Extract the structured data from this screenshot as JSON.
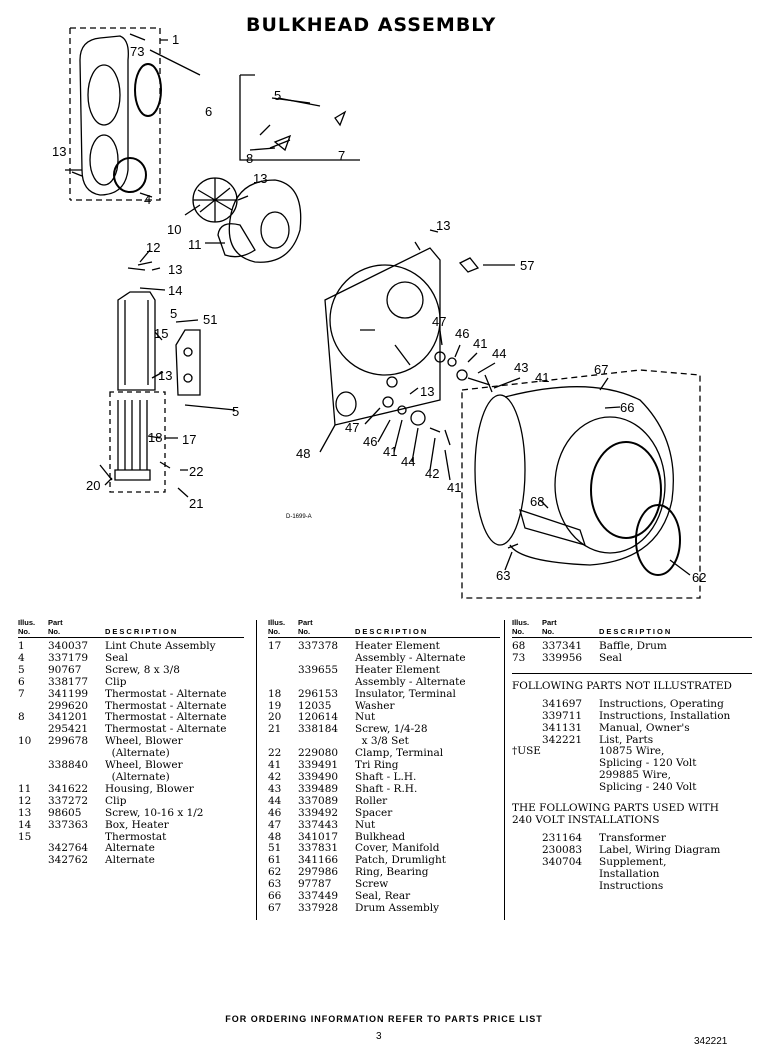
{
  "title": "BULKHEAD ASSEMBLY",
  "diagram": {
    "callouts": [
      "1",
      "73",
      "6",
      "5",
      "7",
      "8",
      "13",
      "4",
      "13",
      "10",
      "11",
      "12",
      "13",
      "14",
      "15",
      "5",
      "51",
      "13",
      "5",
      "18",
      "17",
      "20",
      "22",
      "21",
      "13",
      "57",
      "47",
      "46",
      "41",
      "44",
      "43",
      "41",
      "48",
      "13",
      "47",
      "46",
      "41",
      "44",
      "42",
      "41",
      "67",
      "66",
      "68",
      "63",
      "62"
    ],
    "drawing_code": "D-1699-A"
  },
  "table_headers": {
    "ill": "Illus.\nNo.",
    "part": "Part\nNo.",
    "desc": "DESCRIPTION"
  },
  "column1": [
    [
      "1",
      "340037",
      "Lint Chute Assembly"
    ],
    [
      "4",
      "337179",
      "Seal"
    ],
    [
      "5",
      "90767",
      "Screw, 8 x 3/8"
    ],
    [
      "6",
      "338177",
      "Clip"
    ],
    [
      "7",
      "341199",
      "Thermostat - Alternate"
    ],
    [
      "",
      "299620",
      "Thermostat - Alternate"
    ],
    [
      "8",
      "341201",
      "Thermostat - Alternate"
    ],
    [
      "",
      "295421",
      "Thermostat - Alternate"
    ],
    [
      "10",
      "299678",
      "Wheel, Blower"
    ],
    [
      "",
      "",
      "  (Alternate)"
    ],
    [
      "",
      "338840",
      "Wheel, Blower"
    ],
    [
      "",
      "",
      "  (Alternate)"
    ],
    [
      "11",
      "341622",
      "Housing, Blower"
    ],
    [
      "12",
      "337272",
      "Clip"
    ],
    [
      "13",
      "98605",
      "Screw, 10-16 x 1/2"
    ],
    [
      "14",
      "337363",
      "Box, Heater"
    ],
    [
      "15",
      "",
      "Thermostat"
    ],
    [
      "",
      "342764",
      "Alternate"
    ],
    [
      "",
      "342762",
      "Alternate"
    ]
  ],
  "column2": [
    [
      "17",
      "337378",
      "Heater Element"
    ],
    [
      "",
      "",
      "Assembly - Alternate"
    ],
    [
      "",
      "339655",
      "Heater Element"
    ],
    [
      "",
      "",
      "Assembly - Alternate"
    ],
    [
      "18",
      "296153",
      "Insulator, Terminal"
    ],
    [
      "19",
      "12035",
      "Washer"
    ],
    [
      "20",
      "120614",
      "Nut"
    ],
    [
      "21",
      "338184",
      "Screw, 1/4-28"
    ],
    [
      "",
      "",
      "  x 3/8 Set"
    ],
    [
      "22",
      "229080",
      "Clamp, Terminal"
    ],
    [
      "41",
      "339491",
      "Tri Ring"
    ],
    [
      "42",
      "339490",
      "Shaft - L.H."
    ],
    [
      "43",
      "339489",
      "Shaft - R.H."
    ],
    [
      "44",
      "337089",
      "Roller"
    ],
    [
      "46",
      "339492",
      "Spacer"
    ],
    [
      "47",
      "337443",
      "Nut"
    ],
    [
      "48",
      "341017",
      "Bulkhead"
    ],
    [
      "51",
      "337831",
      "Cover, Manifold"
    ],
    [
      "61",
      "341166",
      "Patch, Drumlight"
    ],
    [
      "62",
      "297986",
      "Ring, Bearing"
    ],
    [
      "63",
      "97787",
      "Screw"
    ],
    [
      "66",
      "337449",
      "Seal, Rear"
    ],
    [
      "67",
      "337928",
      "Drum Assembly"
    ]
  ],
  "column3": [
    [
      "68",
      "337341",
      "Baffle, Drum"
    ],
    [
      "73",
      "339956",
      "Seal"
    ]
  ],
  "not_illustrated_heading": "FOLLOWING PARTS NOT ILLUSTRATED",
  "not_illustrated": [
    [
      "",
      "341697",
      "Instructions, Operating"
    ],
    [
      "",
      "339711",
      "Instructions, Installation"
    ],
    [
      "",
      "341131",
      "Manual, Owner's"
    ],
    [
      "",
      "342221",
      "List, Parts"
    ],
    [
      "†USE",
      "",
      "10875 Wire,"
    ],
    [
      "",
      "",
      "Splicing - 120 Volt"
    ],
    [
      "",
      "",
      "299885 Wire,"
    ],
    [
      "",
      "",
      "Splicing - 240 Volt"
    ]
  ],
  "volt240_heading": "THE FOLLOWING PARTS USED WITH\n240 VOLT INSTALLATIONS",
  "volt240": [
    [
      "",
      "231164",
      "Transformer"
    ],
    [
      "",
      "230083",
      "Label, Wiring Diagram"
    ],
    [
      "",
      "340704",
      "Supplement,"
    ],
    [
      "",
      "",
      "Installation"
    ],
    [
      "",
      "",
      "Instructions"
    ]
  ],
  "footer": "FOR ORDERING INFORMATION REFER TO PARTS PRICE LIST",
  "page_number": "3",
  "doc_number": "342221"
}
